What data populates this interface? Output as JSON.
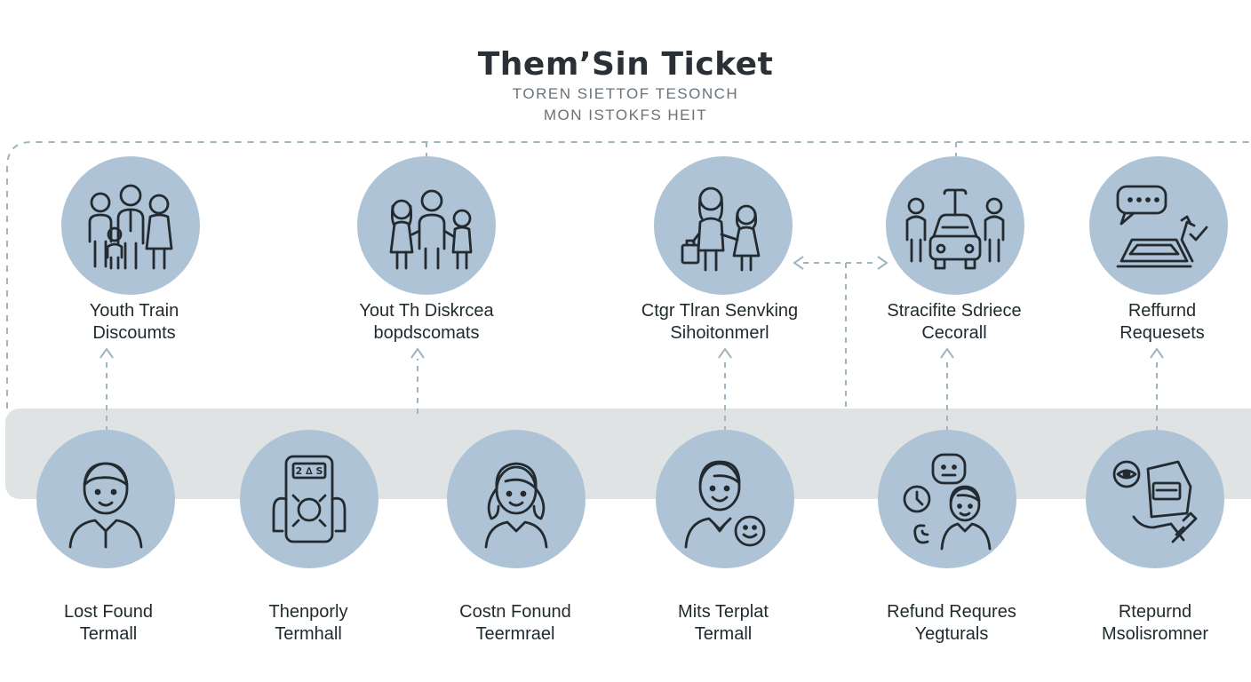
{
  "title": "Them’Sin Ticket",
  "subtitle_line1": "TOREN SIETTOF TESONCH",
  "subtitle_line2": "MON ISTOKFS HEIT",
  "top_row": [
    {
      "line1": "Youth Train",
      "line2": "Discoumts",
      "icon": "family-icon"
    },
    {
      "line1": "Yout Th Diskrcea",
      "line2": "bopdscomats",
      "icon": "family-icon"
    },
    {
      "line1": "Ctgr Tlran Senvking",
      "line2": "Sihoitonmerl",
      "icon": "parent-child-icon"
    },
    {
      "line1": "Stracifite Sdriece",
      "line2": "Cecorall",
      "icon": "car-service-icon"
    },
    {
      "line1": "Reffurnd",
      "line2": "Requesets",
      "icon": "refund-chat-icon"
    }
  ],
  "bottom_row": [
    {
      "line1": "Lost Found",
      "line2": "Termall",
      "icon": "person-icon"
    },
    {
      "line1": "Thenporly",
      "line2": "Termhall",
      "icon": "ticket-device-icon"
    },
    {
      "line1": "Costn Fonund",
      "line2": "Teermrael",
      "icon": "girl-icon"
    },
    {
      "line1": "Mits Terplat",
      "line2": "Termall",
      "icon": "smiling-agent-icon"
    },
    {
      "line1": "Refund Requres",
      "line2": "Yegturals",
      "icon": "support-agent-icon"
    },
    {
      "line1": "Rtepurnd",
      "line2": "Msolisromner",
      "icon": "document-signing-icon"
    }
  ],
  "device_text": "2 ∆ S",
  "colors": {
    "circle": "#aec4d6",
    "band": "#dfe3e4",
    "dashed": "#9fb5bf",
    "text": "#1f2a2e"
  }
}
